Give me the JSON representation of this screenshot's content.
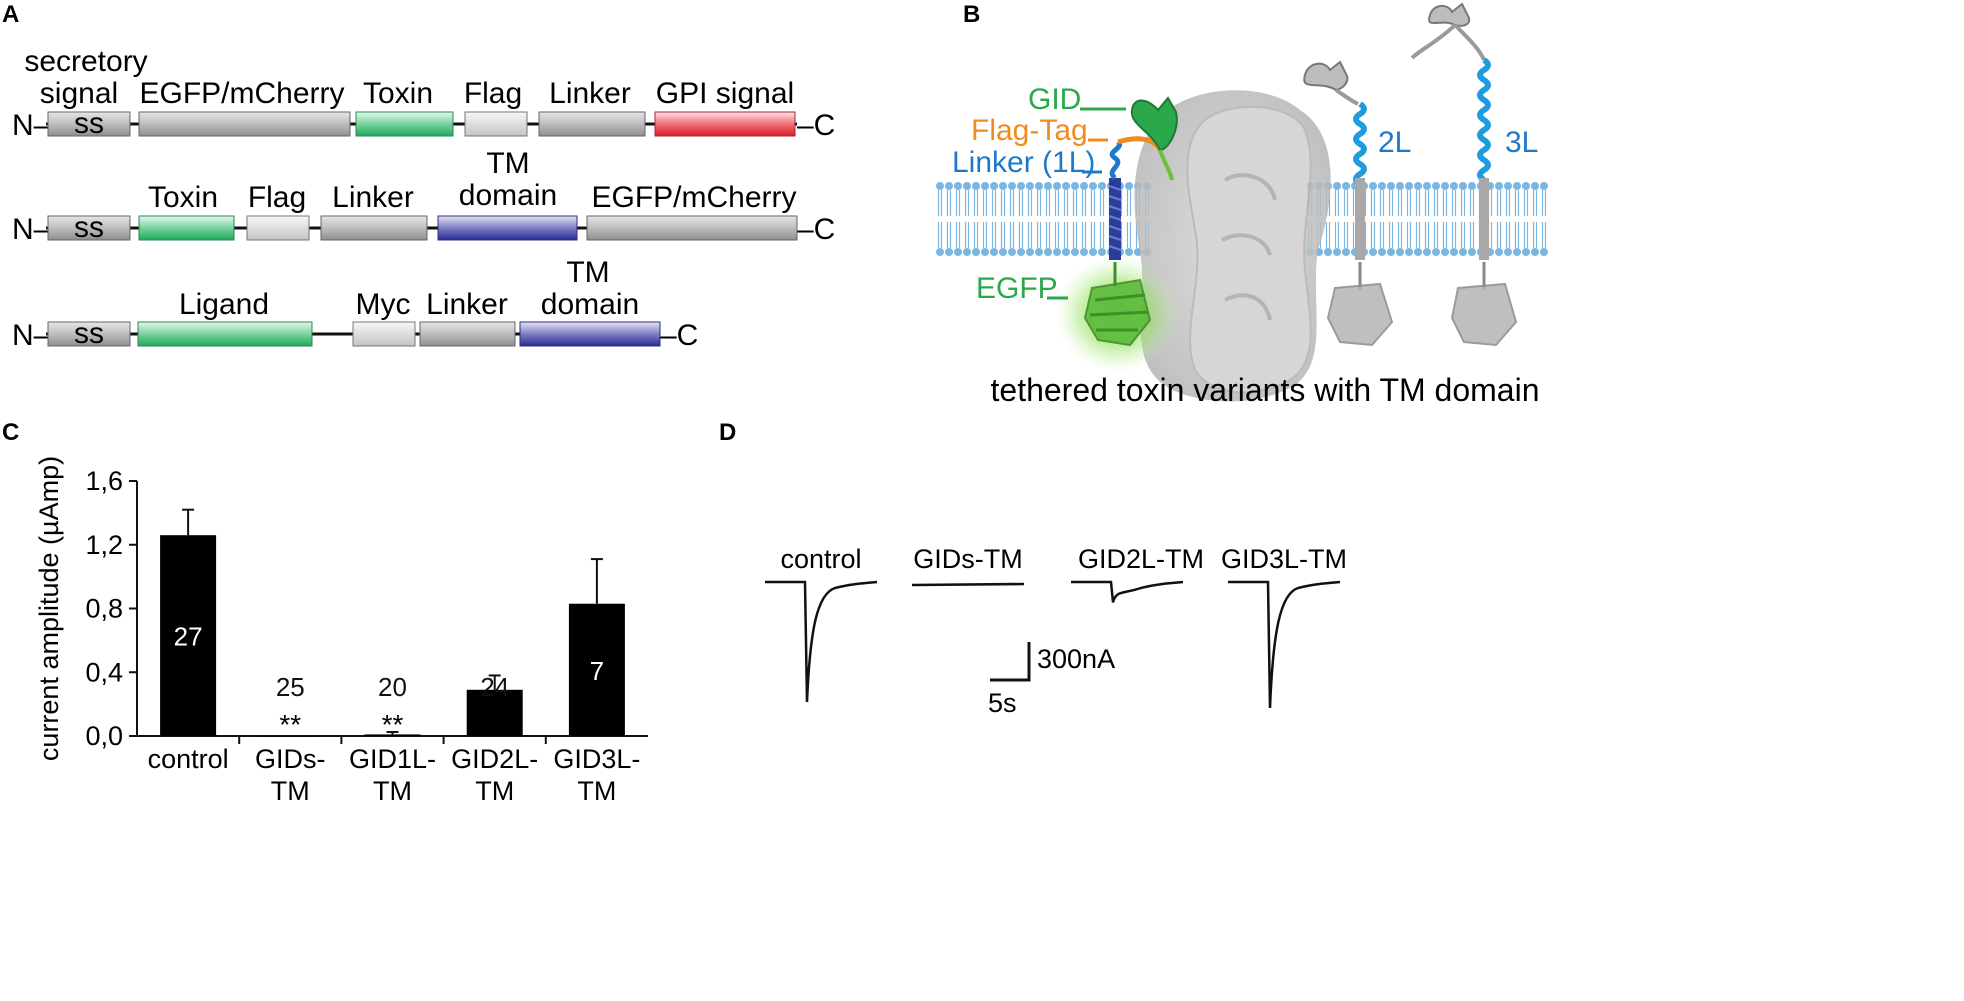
{
  "panels": {
    "A": {
      "label": "A",
      "construct1": {
        "n": "N–",
        "c": "–C",
        "ss": "ss",
        "secretory_line1": "secretory",
        "secretory_line2": "signal",
        "egfp": "EGFP/mCherry",
        "toxin": "Toxin",
        "flag": "Flag",
        "linker": "Linker",
        "gpi": "GPI signal"
      },
      "construct2": {
        "n": "N–",
        "c": "–C",
        "ss": "ss",
        "toxin": "Toxin",
        "flag": "Flag",
        "linker": "Linker",
        "tm_line1": "TM",
        "tm_line2": "domain",
        "egfp": "EGFP/mCherry"
      },
      "construct3": {
        "n": "N–",
        "c": "–C",
        "ss": "ss",
        "ligand": "Ligand",
        "myc": "Myc",
        "linker": "Linker",
        "tm_line1": "TM",
        "tm_line2": "domain"
      }
    },
    "B": {
      "label": "B",
      "gid": "GID",
      "flag_tag": "Flag-Tag",
      "linker_1l": "Linker (1L)",
      "egfp": "EGFP",
      "l2": "2L",
      "l3": "3L",
      "caption": "tethered toxin variants with TM domain"
    },
    "C": {
      "label": "C"
    },
    "D": {
      "label": "D",
      "traces": [
        "control",
        "GIDs-TM",
        "GID2L-TM",
        "GID3L-TM"
      ],
      "trace_depth": [
        1.0,
        0.0,
        0.17,
        1.05
      ],
      "scale_current": "300nA",
      "scale_time": "5s"
    }
  },
  "colors": {
    "gray_box": "#9a9a9a",
    "green_box": "#2fb36a",
    "red_box": "#e0303c",
    "blue_box": "#3a3aa0",
    "light_box": "#cfcfcf",
    "gid_green": "#2aa84a",
    "flag_orange": "#f08c1e",
    "linker_blue": "#1f78c8",
    "membrane_blue": "#7ab6e0"
  },
  "chart_data": {
    "type": "bar",
    "ylabel": "current amplitude (µAmp)",
    "ylim": [
      0,
      1.6
    ],
    "yticks": [
      "0,0",
      "0,4",
      "0,8",
      "1,2",
      "1,6"
    ],
    "categories": [
      {
        "line1": "control",
        "line2": ""
      },
      {
        "line1": "GIDs-",
        "line2": "TM"
      },
      {
        "line1": "GID1L-",
        "line2": "TM"
      },
      {
        "line1": "GID2L-",
        "line2": "TM"
      },
      {
        "line1": "GID3L-",
        "line2": "TM"
      }
    ],
    "values": [
      1.26,
      0.0,
      0.01,
      0.29,
      0.83
    ],
    "errors": [
      0.16,
      0.0,
      0.015,
      0.09,
      0.28
    ],
    "n_labels": [
      "27",
      "25",
      "20",
      "24",
      "7"
    ],
    "significance": [
      "",
      "**",
      "**",
      "**",
      ""
    ],
    "grid": false
  }
}
